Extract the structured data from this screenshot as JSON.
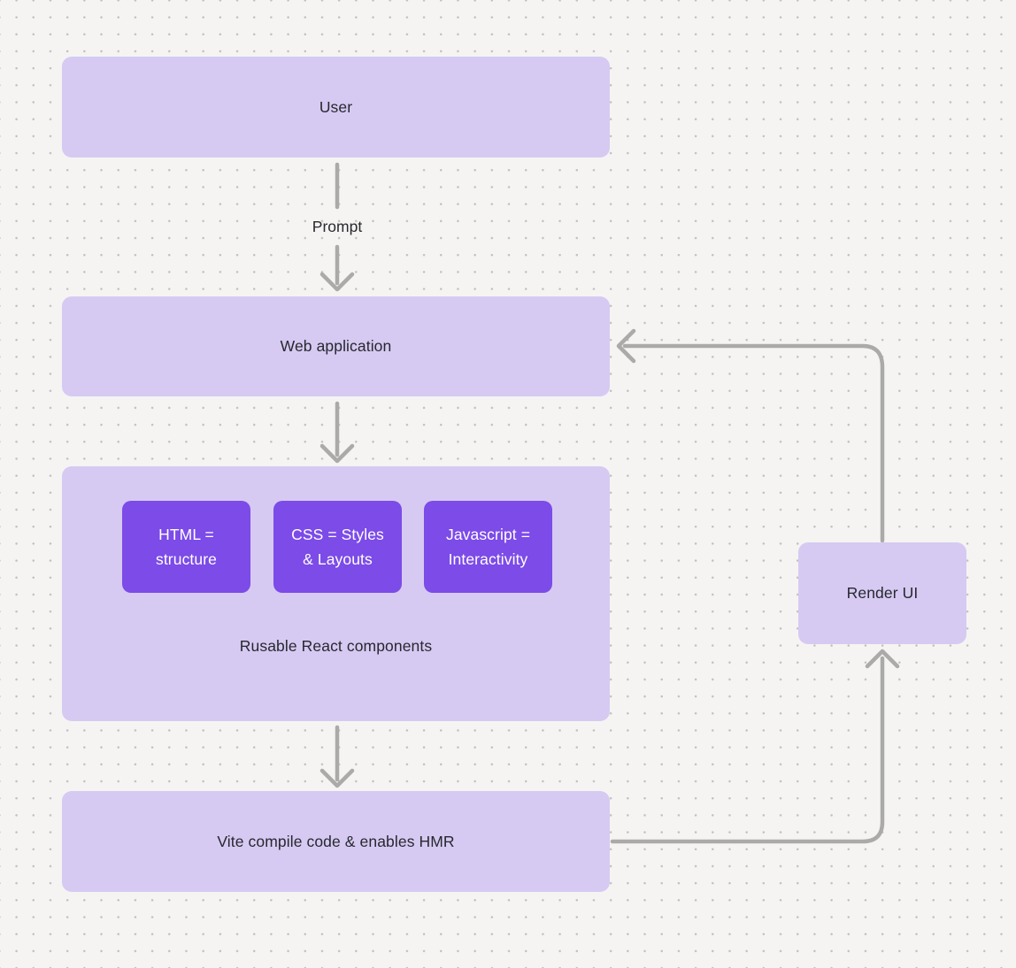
{
  "canvas": {
    "background_color": "#f5f4f2",
    "dot_color": "#c3c1bf"
  },
  "colors": {
    "node_fill": "#d6caf2",
    "inner_node_fill": "#7c4be8",
    "inner_node_text": "#ffffff",
    "node_text": "#28282f",
    "connector": "#abaaa9"
  },
  "nodes": {
    "user": {
      "label": "User"
    },
    "web_application": {
      "label": "Web application"
    },
    "components": {
      "caption": "Rusable React components",
      "children": [
        {
          "lines": [
            "HTML =",
            "structure"
          ]
        },
        {
          "lines": [
            "CSS = Styles",
            "& Layouts"
          ]
        },
        {
          "lines": [
            "Javascript =",
            "Interactivity"
          ]
        }
      ]
    },
    "vite": {
      "label": "Vite compile code & enables HMR"
    },
    "render_ui": {
      "label": "Render UI"
    }
  },
  "edges": {
    "user_to_web": {
      "label": "Prompt"
    }
  }
}
